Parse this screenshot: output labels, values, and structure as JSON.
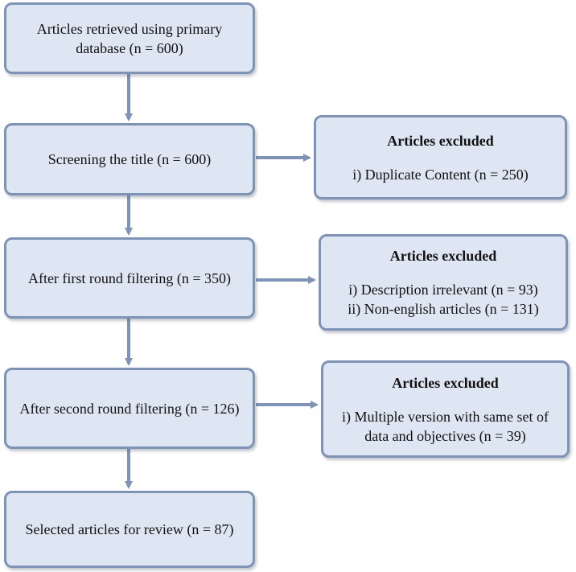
{
  "main_steps": [
    {
      "lines": [
        "Articles retrieved using primary",
        "database (n = 600)"
      ]
    },
    {
      "lines": [
        "Screening the title (n = 600)"
      ]
    },
    {
      "lines": [
        "After first round filtering (n = 350)"
      ]
    },
    {
      "lines": [
        "After second round filtering (n = 126)"
      ]
    },
    {
      "lines": [
        "Selected articles for review (n = 87)"
      ]
    }
  ],
  "exclusions": [
    {
      "heading": "Articles excluded",
      "lines": [
        "i) Duplicate Content (n = 250)"
      ]
    },
    {
      "heading": "Articles excluded",
      "lines": [
        "i) Description irrelevant (n = 93)",
        "ii) Non-english articles (n = 131)"
      ]
    },
    {
      "heading": "Articles excluded",
      "lines": [
        "i) Multiple version with same set of",
        "data and objectives (n = 39)"
      ]
    }
  ],
  "colors": {
    "box_fill": "#dfe6f3",
    "box_border": "#7e93b5",
    "arrow": "#7e93b5"
  }
}
